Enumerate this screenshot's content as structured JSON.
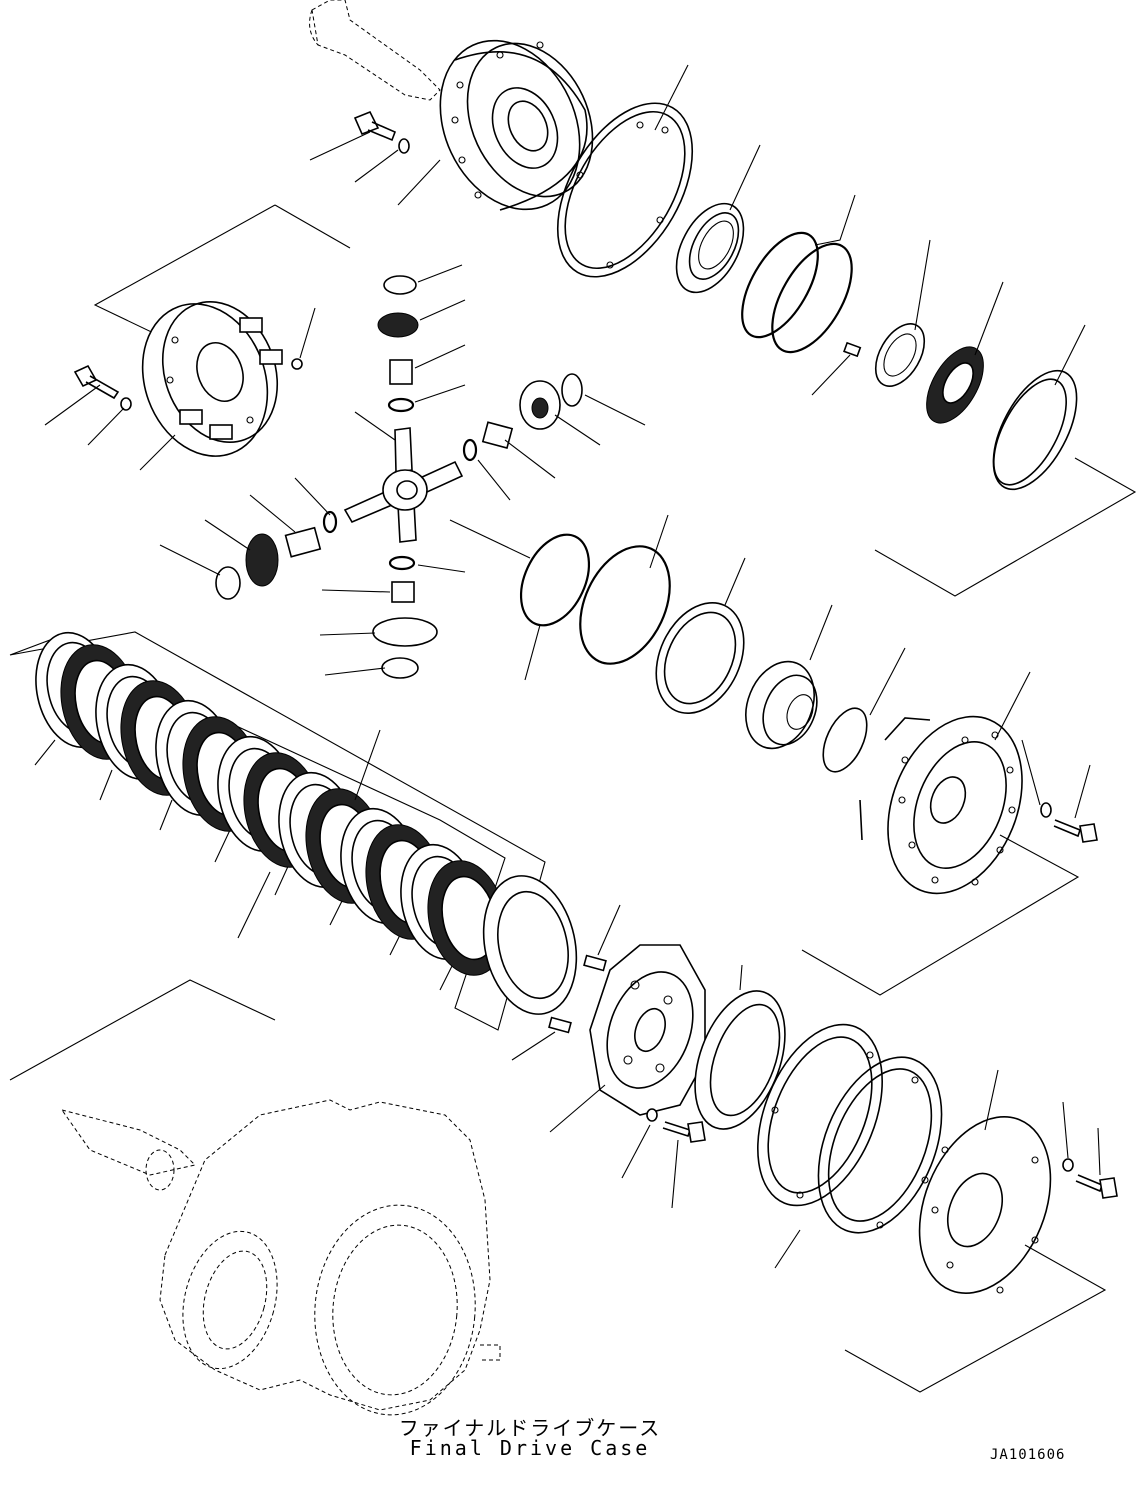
{
  "caption": {
    "japanese": "ファイナルドライブケース",
    "english": "Final Drive Case"
  },
  "drawing_code": "JA101606",
  "colors": {
    "line": "#000000",
    "background": "#ffffff"
  }
}
